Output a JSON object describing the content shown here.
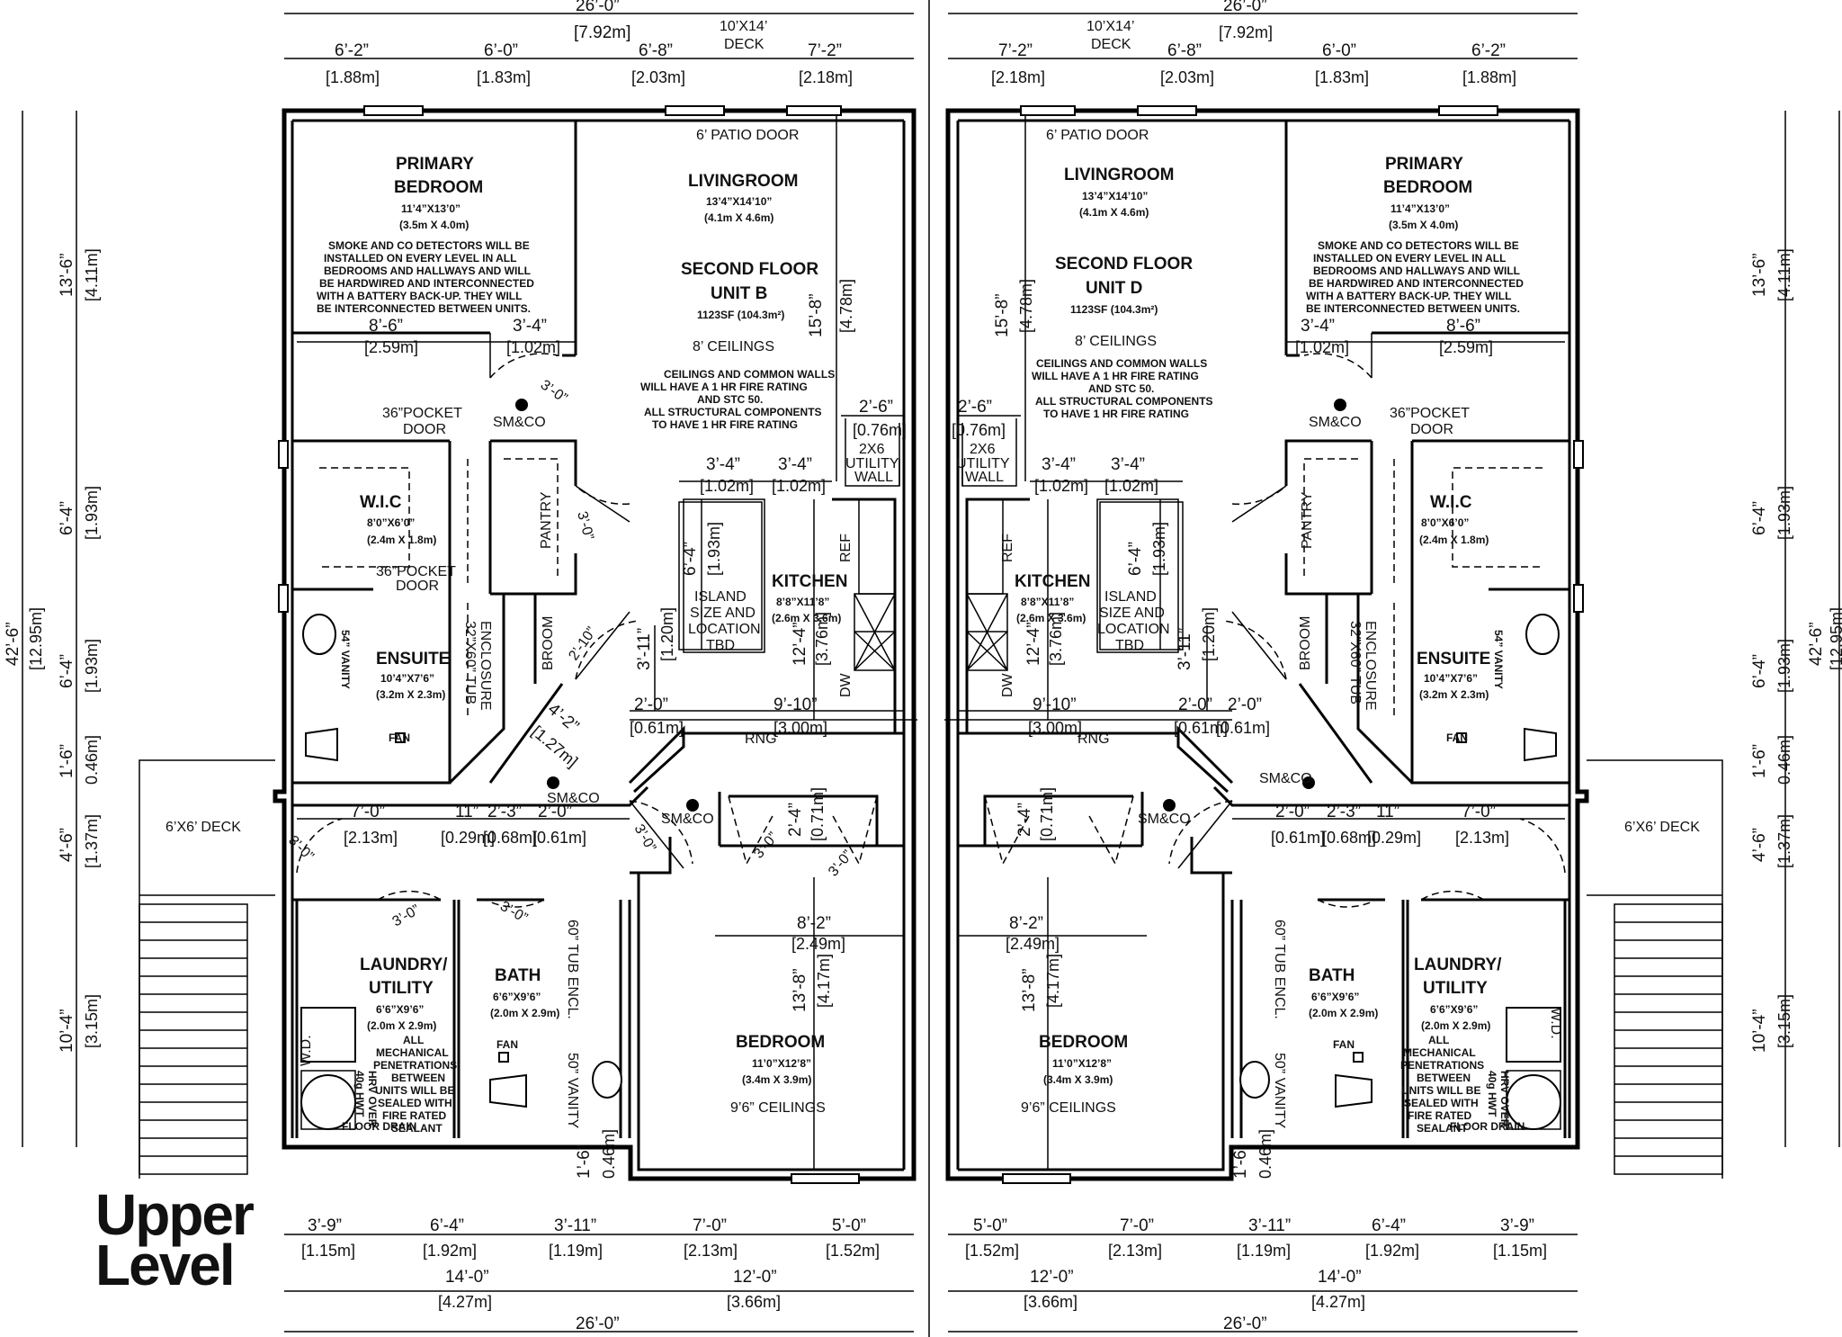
{
  "logo": {
    "line1": "Upper",
    "line2": "Level"
  },
  "overall": {
    "width": "26’-0”",
    "width_m": "[7.92m]",
    "depth": "42’-6”",
    "depth_m": "[12.95m]"
  },
  "common": {
    "deck_top": "10’X14’",
    "deck_top2": "DECK",
    "patio_door": "6’ PATIO DOOR",
    "small_deck": "6’X6’ DECK",
    "top_dims": [
      "6’-2”",
      "6’-0”",
      "6’-8”",
      "7’-2”"
    ],
    "top_dims_m": [
      "[1.88m]",
      "[1.83m]",
      "[2.03m]",
      "[2.18m]"
    ],
    "side_dims": [
      "13’-6”",
      "6’-4”",
      "6’-4”",
      "1’-6”",
      "4’-6”",
      "10’-4”"
    ],
    "side_dims_m": [
      "[4.11m]",
      "[1.93m]",
      "[1.93m]",
      "0.46m]",
      "[1.37m]",
      "[3.15m]"
    ],
    "bottom_dims": [
      "3’-9”",
      "6’-4”",
      "3’-11”",
      "7’-0”",
      "5’-0”"
    ],
    "bottom_dims_m": [
      "[1.15m]",
      "[1.92m]",
      "[1.19m]",
      "[2.13m]",
      "[1.52m]"
    ],
    "bottom_totals": [
      "14’-0”",
      "12’-0”"
    ],
    "bottom_totals_m": [
      "[4.27m]",
      "[3.66m]"
    ]
  },
  "rooms": {
    "primary_1": "PRIMARY",
    "primary_2": "BEDROOM",
    "primary_size": "11’4”X13’0”",
    "primary_m": "(3.5m X 4.0m)",
    "smoke_note": [
      "SMOKE AND CO DETECTORS WILL BE",
      "INSTALLED ON EVERY LEVEL IN ALL",
      "BEDROOMS AND HALLWAYS AND WILL",
      "BE HARDWIRED AND INTERCONNECTED",
      "WITH A BATTERY BACK-UP. THEY WILL",
      "BE INTERCONNECTED BETWEEN UNITS."
    ],
    "living": "LIVINGROOM",
    "living_size": "13’4”X14’10”",
    "living_m": "(4.1m X 4.6m)",
    "second_floor": "SECOND FLOOR",
    "unit_b": "UNIT B",
    "unit_d": "UNIT D",
    "area": "1123SF (104.3m²)",
    "ceil8": "8’ CEILINGS",
    "fire_note": [
      "CEILINGS AND COMMON WALLS",
      "WILL HAVE A 1 HR FIRE RATING",
      "AND STC 50.",
      "ALL STRUCTURAL COMPONENTS",
      "TO HAVE 1 HR FIRE RATING"
    ],
    "wic": "W.I.C",
    "wic_size": "8’0”X6’0”",
    "wic_m": "(2.4m X 1.8m)",
    "pocket1": "36”POCKET",
    "pocket2": "DOOR",
    "pantry": "PANTRY",
    "broom": "BROOM",
    "ensuite": "ENSUITE",
    "ensuite_size": "10’4”X7’6”",
    "ensuite_m": "(3.2m X 2.3m)",
    "vanity54": "54” VANITY",
    "tub1": "32”X60” TUB",
    "tub2": "ENCLOSURE",
    "kitchen": "KITCHEN",
    "kitchen_size": "8’8”X11’8”",
    "kitchen_m": "(2.6m X 3.6m)",
    "island": [
      "ISLAND",
      "SIZE AND",
      "LOCATION",
      "TBD"
    ],
    "ref": "REF",
    "dw": "DW",
    "rng": "RNG",
    "util1": "2X6",
    "util2": "UTILITY",
    "util3": "WALL",
    "fan": "FAN",
    "smco": "SM&CO",
    "laundry_1": "LAUNDRY/",
    "laundry_2": "UTILITY",
    "laundry_size": "6’6”X9’6”",
    "laundry_m": "(2.0m X 2.9m)",
    "mech_note": [
      "ALL",
      "MECHANICAL",
      "PENETRATIONS",
      "BETWEEN",
      "UNITS WILL BE",
      "SEALED WITH",
      "FIRE RATED",
      "SEALANT"
    ],
    "wd": "W.D.",
    "hwt": "40g HWT",
    "hrv": "HRV OVER",
    "floor_drain": "FLOOR DRAIN",
    "bath": "BATH",
    "bath_size": "6’6”X9’6”",
    "bath_m": "(2.0m X 2.9m)",
    "tub60": "60” TUB ENCL.",
    "vanity50": "50” VANITY",
    "bedroom": "BEDROOM",
    "bedroom_size": "11’0”X12’8”",
    "bedroom_m": "(3.4m X 3.9m)",
    "ceil96": "9’6” CEILINGS"
  },
  "interior_dims": {
    "a": "8’-6”",
    "a_m": "[2.59m]",
    "b": "3’-4”",
    "b_m": "[1.02m]",
    "c": "15’-8”",
    "c_m": "[4.78m]",
    "d": "2’-6”",
    "d_m": "[0.76m]",
    "e": "3’-4”",
    "e_m": "[1.02m]",
    "f": "6’-4”",
    "f_m": "[1.93m]",
    "g": "3’-11”",
    "g_m": "[1.20m]",
    "h": "12’-4”",
    "h_m": "[3.76m]",
    "i": "2’-0”",
    "i_m": "[0.61m]",
    "j": "9’-10”",
    "j_m": "[3.00m]",
    "k": "4’-2”",
    "k_m": "[1.27m]",
    "l": "7’-0”",
    "l_m": "[2.13m]",
    "n": "11”",
    "n_m": "[0.29m]",
    "o": "2’-3”",
    "o_m": "[0.68m]",
    "p": "8’-2”",
    "p_m": "[2.49m]",
    "q": "13’-8”",
    "q_m": "[4.17m]",
    "r": "2’-4”",
    "r_m": "[0.71m]",
    "door30": "3’-0”",
    "door210": "2’-10”"
  }
}
